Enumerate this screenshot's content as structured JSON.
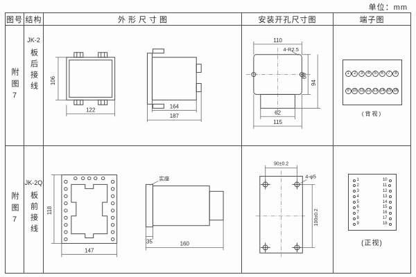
{
  "unit_label": "单位：mm",
  "headers": {
    "fig_no": "图号",
    "structure": "结构",
    "outline": "外形尺寸图",
    "mounting": "安装开孔尺寸图",
    "terminal": "端子图"
  },
  "row1": {
    "fig_no": "附图7",
    "model": "JK-2",
    "wiring": "板后接线",
    "outline": {
      "d_height": "106",
      "d_width": "122",
      "d_len1": "164",
      "d_len2": "187"
    },
    "mounting": {
      "d_top": "110",
      "note": "4-R2.5",
      "d_h1": "60",
      "d_h2": "94",
      "d_w1": "62",
      "d_w2": "115"
    },
    "terminal": {
      "row_top": [
        "1",
        "2",
        "3",
        "4",
        "5",
        "6",
        "7",
        "8"
      ],
      "row_bottom": [
        "9",
        "10",
        "11",
        "12",
        "13",
        "14",
        "15",
        "16"
      ],
      "caption": "(背视)"
    }
  },
  "row2": {
    "fig_no": "附图7",
    "model": "JK-2Q",
    "wiring": "板前接线",
    "outline": {
      "d_height": "118",
      "d_width": "147",
      "d_base": "35",
      "d_len": "160",
      "note": "实座"
    },
    "mounting": {
      "d_top": "90±0.2",
      "note": "4-φ5",
      "d_side": "100±0.2"
    },
    "terminal": {
      "left": [
        "1",
        "2",
        "3",
        "4",
        "5",
        "6",
        "7",
        "8",
        "9"
      ],
      "right": [
        "10",
        "11",
        "12",
        "13",
        "14",
        "15",
        "16",
        "17",
        "18"
      ],
      "caption": "(正视)"
    }
  }
}
